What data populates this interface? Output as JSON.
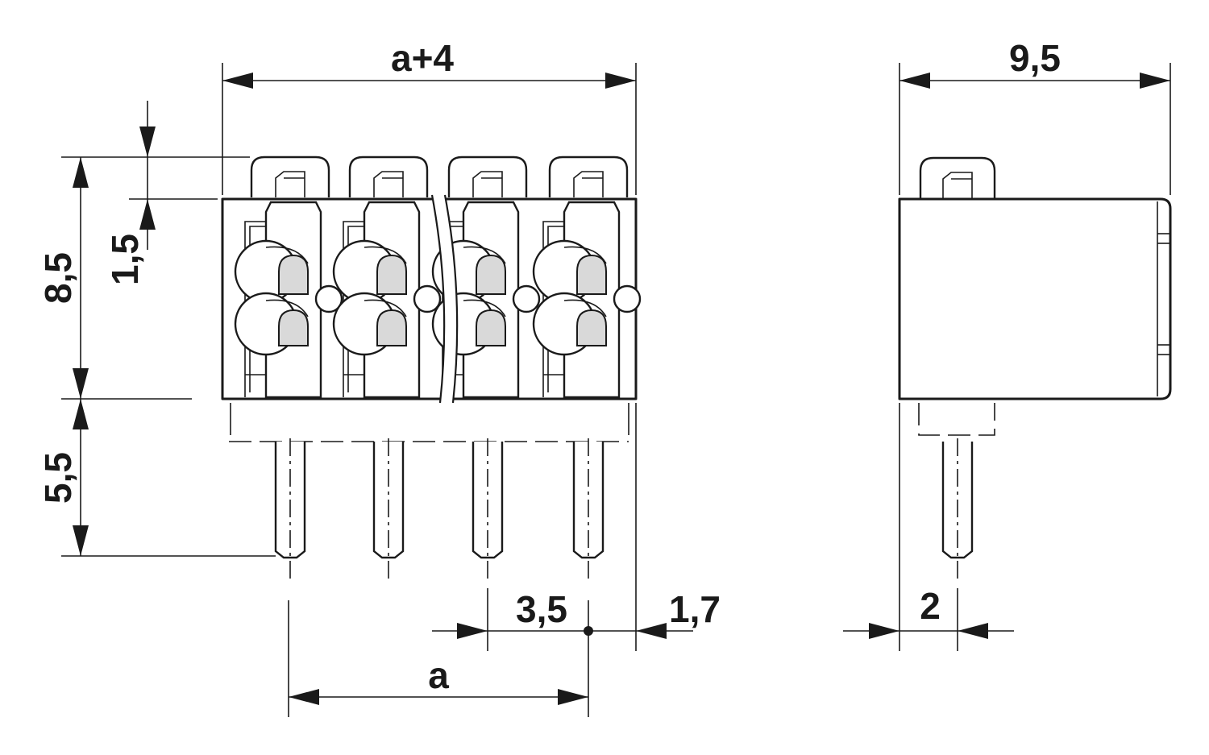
{
  "dimensions": {
    "overall_width": "a+4",
    "side_width": "9,5",
    "body_height": "8,5",
    "clip_height": "1,5",
    "pin_length": "5,5",
    "pitch": "3,5",
    "edge_offset": "1,7",
    "pin_spacing_label": "a",
    "side_pin_offset": "2"
  },
  "colors": {
    "line": "#1a1a1a",
    "spring_fill": "#d9d9d9",
    "background": "#ffffff"
  }
}
